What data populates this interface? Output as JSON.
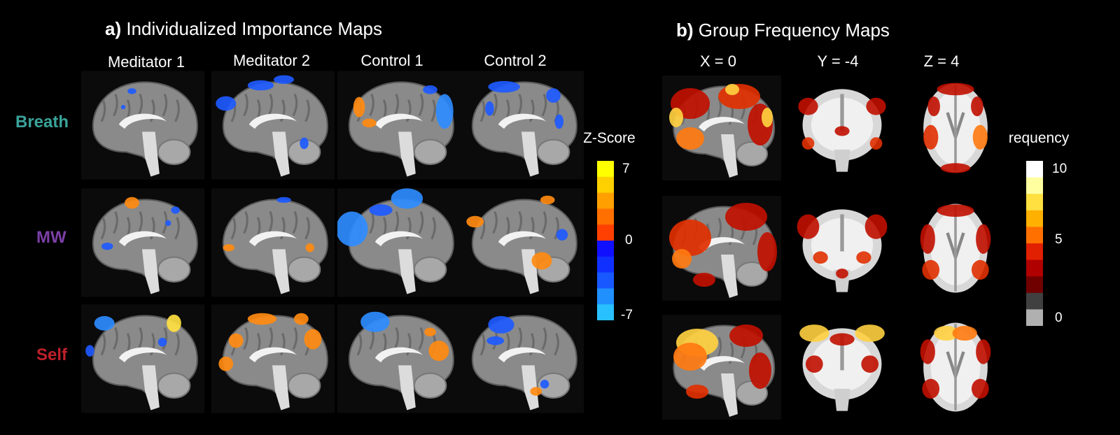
{
  "panel_a": {
    "letter": "a)",
    "title": "Individualized Importance Maps",
    "columns": [
      "Meditator 1",
      "Meditator 2",
      "Control 1",
      "Control 2"
    ],
    "rows": [
      {
        "label": "Breath",
        "color": "#3aa39a"
      },
      {
        "label": "MW",
        "color": "#7b3fa6"
      },
      {
        "label": "Self",
        "color": "#c0202a"
      }
    ],
    "colorbar": {
      "title": "Z-Score",
      "ticks": [
        "7",
        "0",
        "-7"
      ],
      "colors_positive": [
        "#ffff00",
        "#ffd000",
        "#ffa000",
        "#ff7000",
        "#ff4000"
      ],
      "colors_negative": [
        "#1010ff",
        "#1030ff",
        "#1858ff",
        "#2090ff",
        "#28c0ff"
      ]
    }
  },
  "panel_b": {
    "letter": "b)",
    "title": "Group Frequency Maps",
    "columns": [
      "X = 0",
      "Y = -4",
      "Z = 4"
    ],
    "colorbar": {
      "title": "Frequency",
      "ticks": [
        "10",
        "5",
        "0"
      ],
      "colors": [
        "#ffffff",
        "#ffffa0",
        "#ffe040",
        "#ffb000",
        "#ff7000",
        "#e02000",
        "#b00000",
        "#700000",
        "#404040",
        "#b0b0b0"
      ]
    }
  }
}
